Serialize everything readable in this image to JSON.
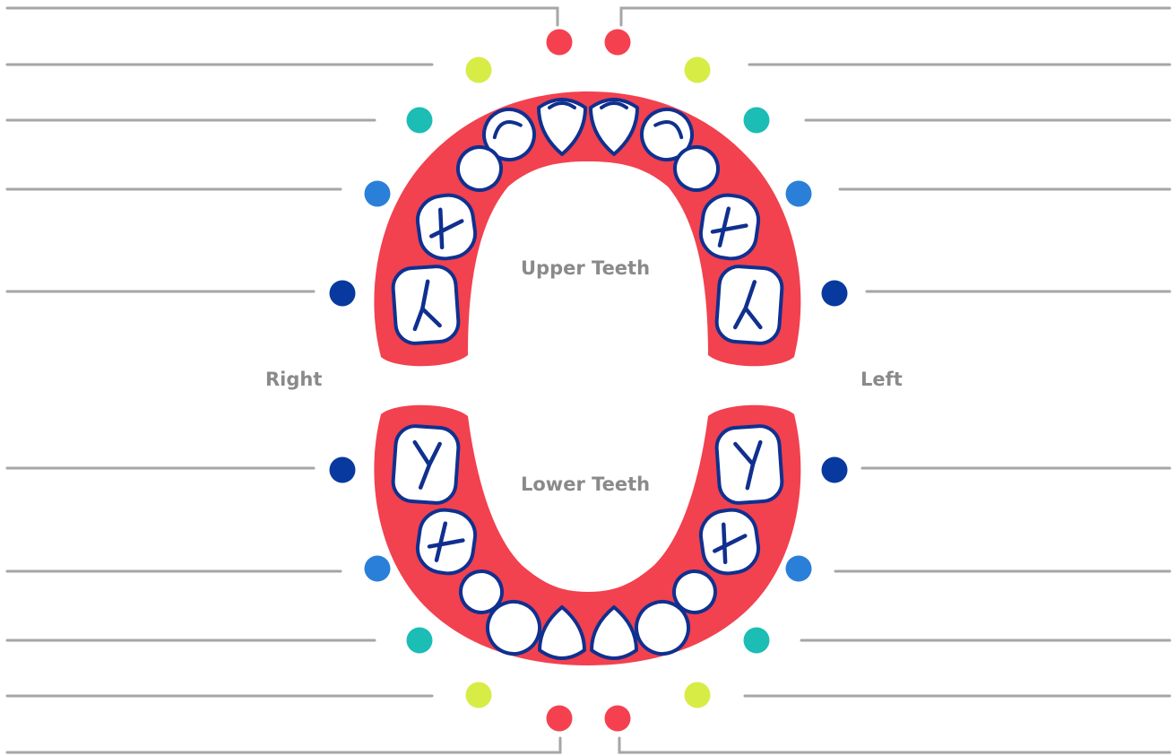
{
  "labels": {
    "upper": "Upper Teeth",
    "lower": "Lower Teeth",
    "right": "Right",
    "left": "Left"
  },
  "colors": {
    "gum": "#f2414f",
    "tooth_outline": "#10308f",
    "tooth_fill": "#ffffff",
    "line": "#a6a6a6",
    "label": "#8a8a8a",
    "central_incisor": "#f54050",
    "lateral_incisor": "#d8ec46",
    "canine": "#1bbdb4",
    "first_molar": "#2a7fd9",
    "second_molar": "#08399f"
  },
  "tooth_types": [
    "central_incisor",
    "lateral_incisor",
    "canine",
    "first_molar",
    "second_molar"
  ]
}
